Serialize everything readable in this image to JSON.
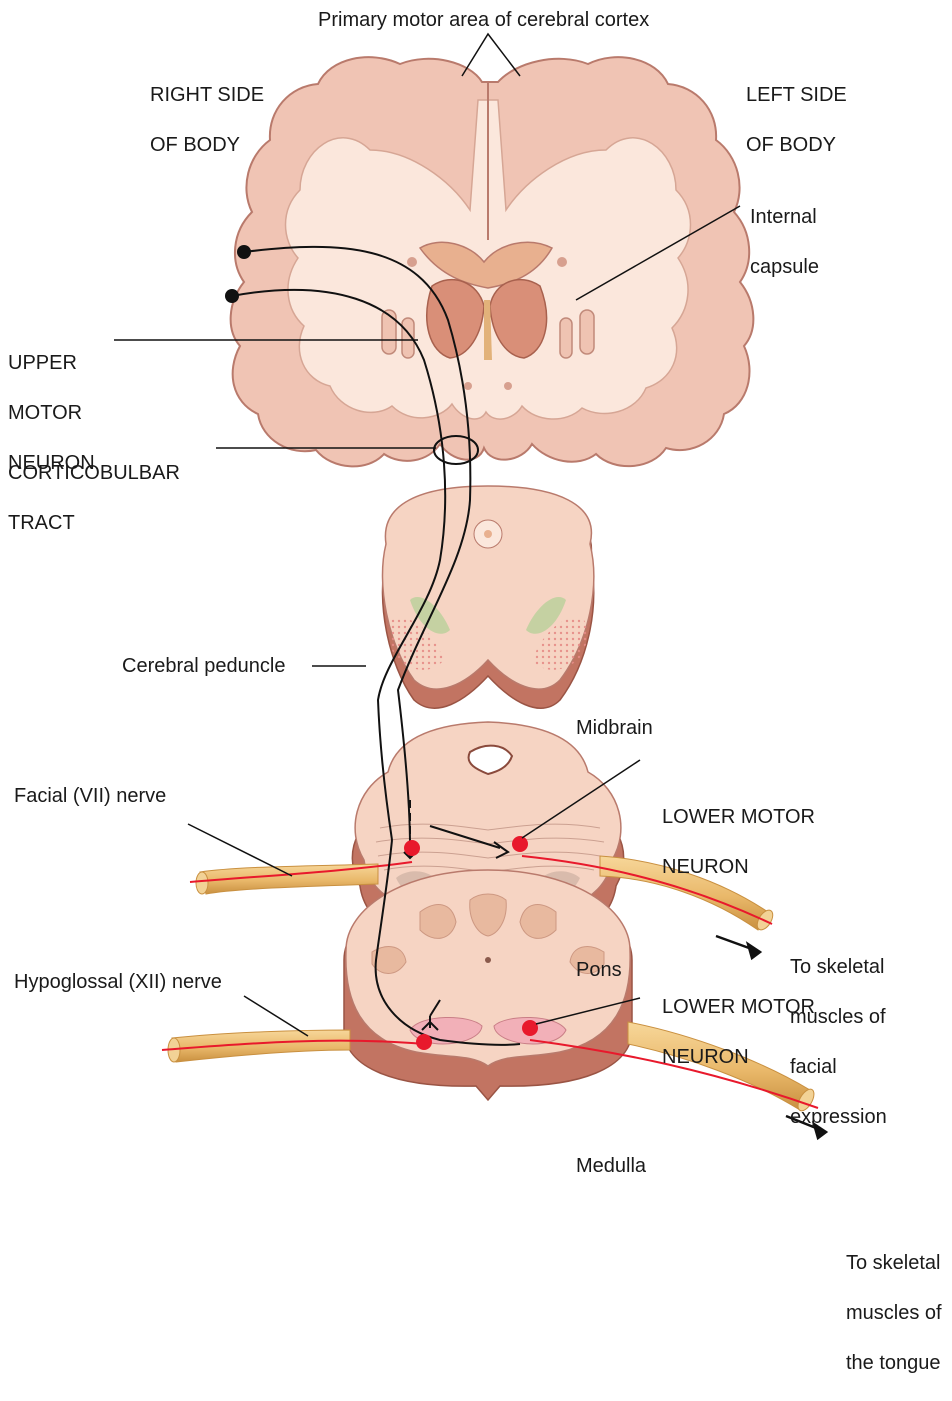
{
  "labels": {
    "primary_motor_area": "Primary motor area of cerebral cortex",
    "right_side": [
      "RIGHT SIDE",
      "OF BODY"
    ],
    "left_side": [
      "LEFT SIDE",
      "OF BODY"
    ],
    "internal_capsule": [
      "Internal",
      "capsule"
    ],
    "upper_motor_neuron": [
      "UPPER",
      "MOTOR",
      "NEURON"
    ],
    "corticobulbar_tract": [
      "CORTICOBULBAR",
      "TRACT"
    ],
    "cerebral_peduncle": "Cerebral peduncle",
    "midbrain": "Midbrain",
    "facial_nerve": "Facial (VII) nerve",
    "lower_motor_neuron_pons": [
      "LOWER MOTOR",
      "NEURON"
    ],
    "to_facial_muscles": [
      "To skeletal",
      "muscles of",
      "facial",
      "expression"
    ],
    "pons": "Pons",
    "hypoglossal_nerve": "Hypoglossal (XII) nerve",
    "lower_motor_neuron_medulla": [
      "LOWER MOTOR",
      "NEURON"
    ],
    "medulla": "Medulla",
    "to_tongue_muscles": [
      "To skeletal",
      "muscles of",
      "the tongue"
    ]
  },
  "colors": {
    "cortex": "#f0c4b4",
    "white_matter": "#fbe7dc",
    "edge": "#b97a6c",
    "deep_nuclei": "#d98f78",
    "nerve": "#e9b86a",
    "nerve_shadow": "#c99040",
    "neuron_red": "#e8192c",
    "pathway": "#111111"
  }
}
